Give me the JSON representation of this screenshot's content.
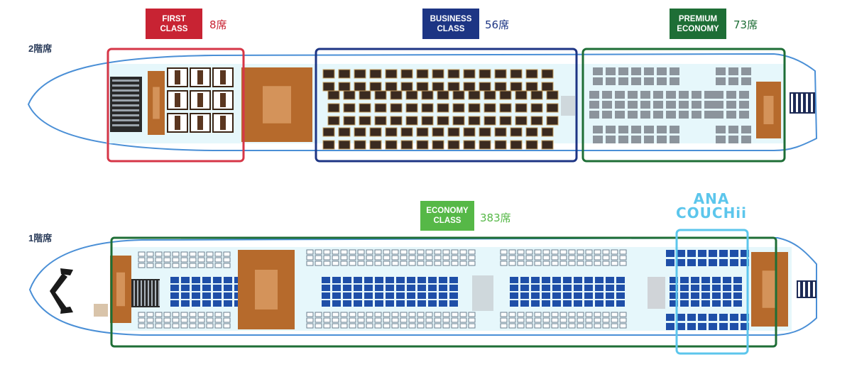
{
  "decks": {
    "upper": {
      "label": "2階席"
    },
    "lower": {
      "label": "1階席"
    }
  },
  "cabins": {
    "first": {
      "label": "FIRST\nCLASS",
      "seats": "8席",
      "color": "#c82333",
      "border": "#d63647"
    },
    "business": {
      "label": "BUSINESS\nCLASS",
      "seats": "56席",
      "color": "#1d3584",
      "border": "#1d3584"
    },
    "premium_economy": {
      "label": "PREMIUM\nECONOMY",
      "seats": "73席",
      "color": "#1e6e36",
      "border": "#1e6e36"
    },
    "economy": {
      "label": "ECONOMY\nCLASS",
      "seats": "383席",
      "color": "#56b847",
      "border": "#1e6e36"
    }
  },
  "couchii": {
    "line1": "ANA",
    "line2": "COUCHii",
    "color": "#5cc6ec"
  },
  "colors": {
    "fuselage_outline": "#4a8fd6",
    "floor": "#e6f7fb",
    "galley": "#b66a2c",
    "seat_blue": "#1f4fa8",
    "seat_outline": "#6a7d8e",
    "seat_grey": "#8c949c"
  }
}
